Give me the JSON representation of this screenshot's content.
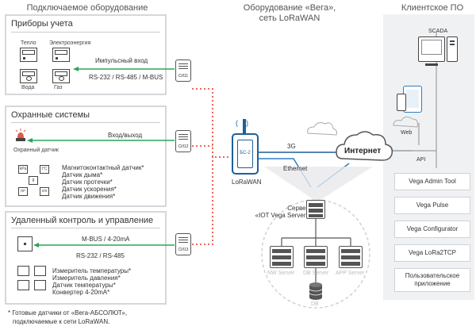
{
  "columns": {
    "left_title": "Подключаемое оборудование",
    "middle_title_line1": "Оборудование «Вега»,",
    "middle_title_line2": "сеть LoRaWAN",
    "right_title": "Клиентское ПО"
  },
  "panel_metering": {
    "title": "Приборы учета",
    "meter_labels": [
      "Тепло",
      "Электроэнергия",
      "Вода",
      "Газ"
    ],
    "impulse_label": "Импульсный вход",
    "bus_label": "RS-232 / RS-485 / M-BUS",
    "device": "СИ11"
  },
  "panel_security": {
    "title": "Охранные системы",
    "io_label": "Вход/выход",
    "sensor_label": "Охранный датчик",
    "chips": [
      "kPa",
      "t°C",
      "g",
      "m³",
      "cm"
    ],
    "sensors": [
      "Магнитоконтактный датчик*",
      "Датчик дыма*",
      "Датчик протечки*",
      "Датчик ускорения*",
      "Датчик движения*"
    ],
    "device": "СИ12"
  },
  "panel_remote": {
    "title": "Удаленный контроль и управление",
    "bus_label1": "M-BUS / 4-20mA",
    "bus_label2": "RS-232 / RS-485",
    "sensors": [
      "Измеритель температуры*",
      "Измеритель давления*",
      "Датчик температуры*",
      "Конвертер 4-20mA*"
    ],
    "device": "СИ13"
  },
  "footnote_line1": "* Готовые датчики от «Вега-АБСОЛЮТ»,",
  "footnote_line2": "подключаемые к сети LoRaWAN.",
  "gateway": {
    "name": "БС-2",
    "label": "LoRaWAN"
  },
  "links": {
    "g3": "3G",
    "ethernet": "Ethernet"
  },
  "internet": "Интернет",
  "server": {
    "label_line1": "Сервер",
    "label_line2": "«IOT Vega Server»",
    "nodes": [
      "NW Server",
      "DB Server",
      "APP Server"
    ],
    "db": "DB"
  },
  "client": {
    "scada": "SCADA",
    "web": "Web",
    "api": "API",
    "apps": [
      "Vega Admin Tool",
      "Vega Pulse",
      "Vega Configurator",
      "Vega LoRa2TCP",
      "Пользовательское приложение"
    ]
  },
  "colors": {
    "green": "#2aa55a",
    "red": "#e2574c",
    "blue": "#1f5f99",
    "accent_blue": "#2f7ec4"
  }
}
